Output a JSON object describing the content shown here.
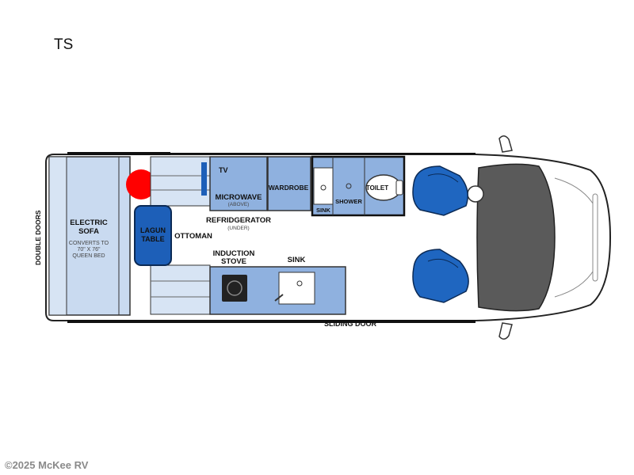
{
  "model_name": "TS",
  "copyright": "©2025 McKee RV",
  "colors": {
    "light_blue": "#c9daf0",
    "mid_blue": "#8fb1df",
    "dark_blue": "#1d5fb8",
    "seat_blue": "#1f66c0",
    "red_marker": "#ff0000",
    "dark_gray": "#555555"
  },
  "labels": {
    "double_doors": "DOUBLE DOORS",
    "electric_sofa_1": "ELECTRIC",
    "electric_sofa_2": "SOFA",
    "sofa_note_1": "CONVERTS TO",
    "sofa_note_2": "70\" X 76\"",
    "sofa_note_3": "QUEEN BED",
    "lagun_1": "LAGUN",
    "lagun_2": "TABLE",
    "ottoman": "OTTOMAN",
    "tv": "TV",
    "microwave": "MICROWAVE",
    "microwave_note": "(ABOVE)",
    "refrigerator": "REFRIDGERATOR",
    "refrigerator_note": "(UNDER)",
    "wardrobe": "WARDROBE",
    "bath_sink": "SINK",
    "shower": "SHOWER",
    "toilet": "TOILET",
    "induction_1": "INDUCTION",
    "induction_2": "STOVE",
    "kitchen_sink": "SINK",
    "sliding_door": "SLIDING DOOR"
  }
}
